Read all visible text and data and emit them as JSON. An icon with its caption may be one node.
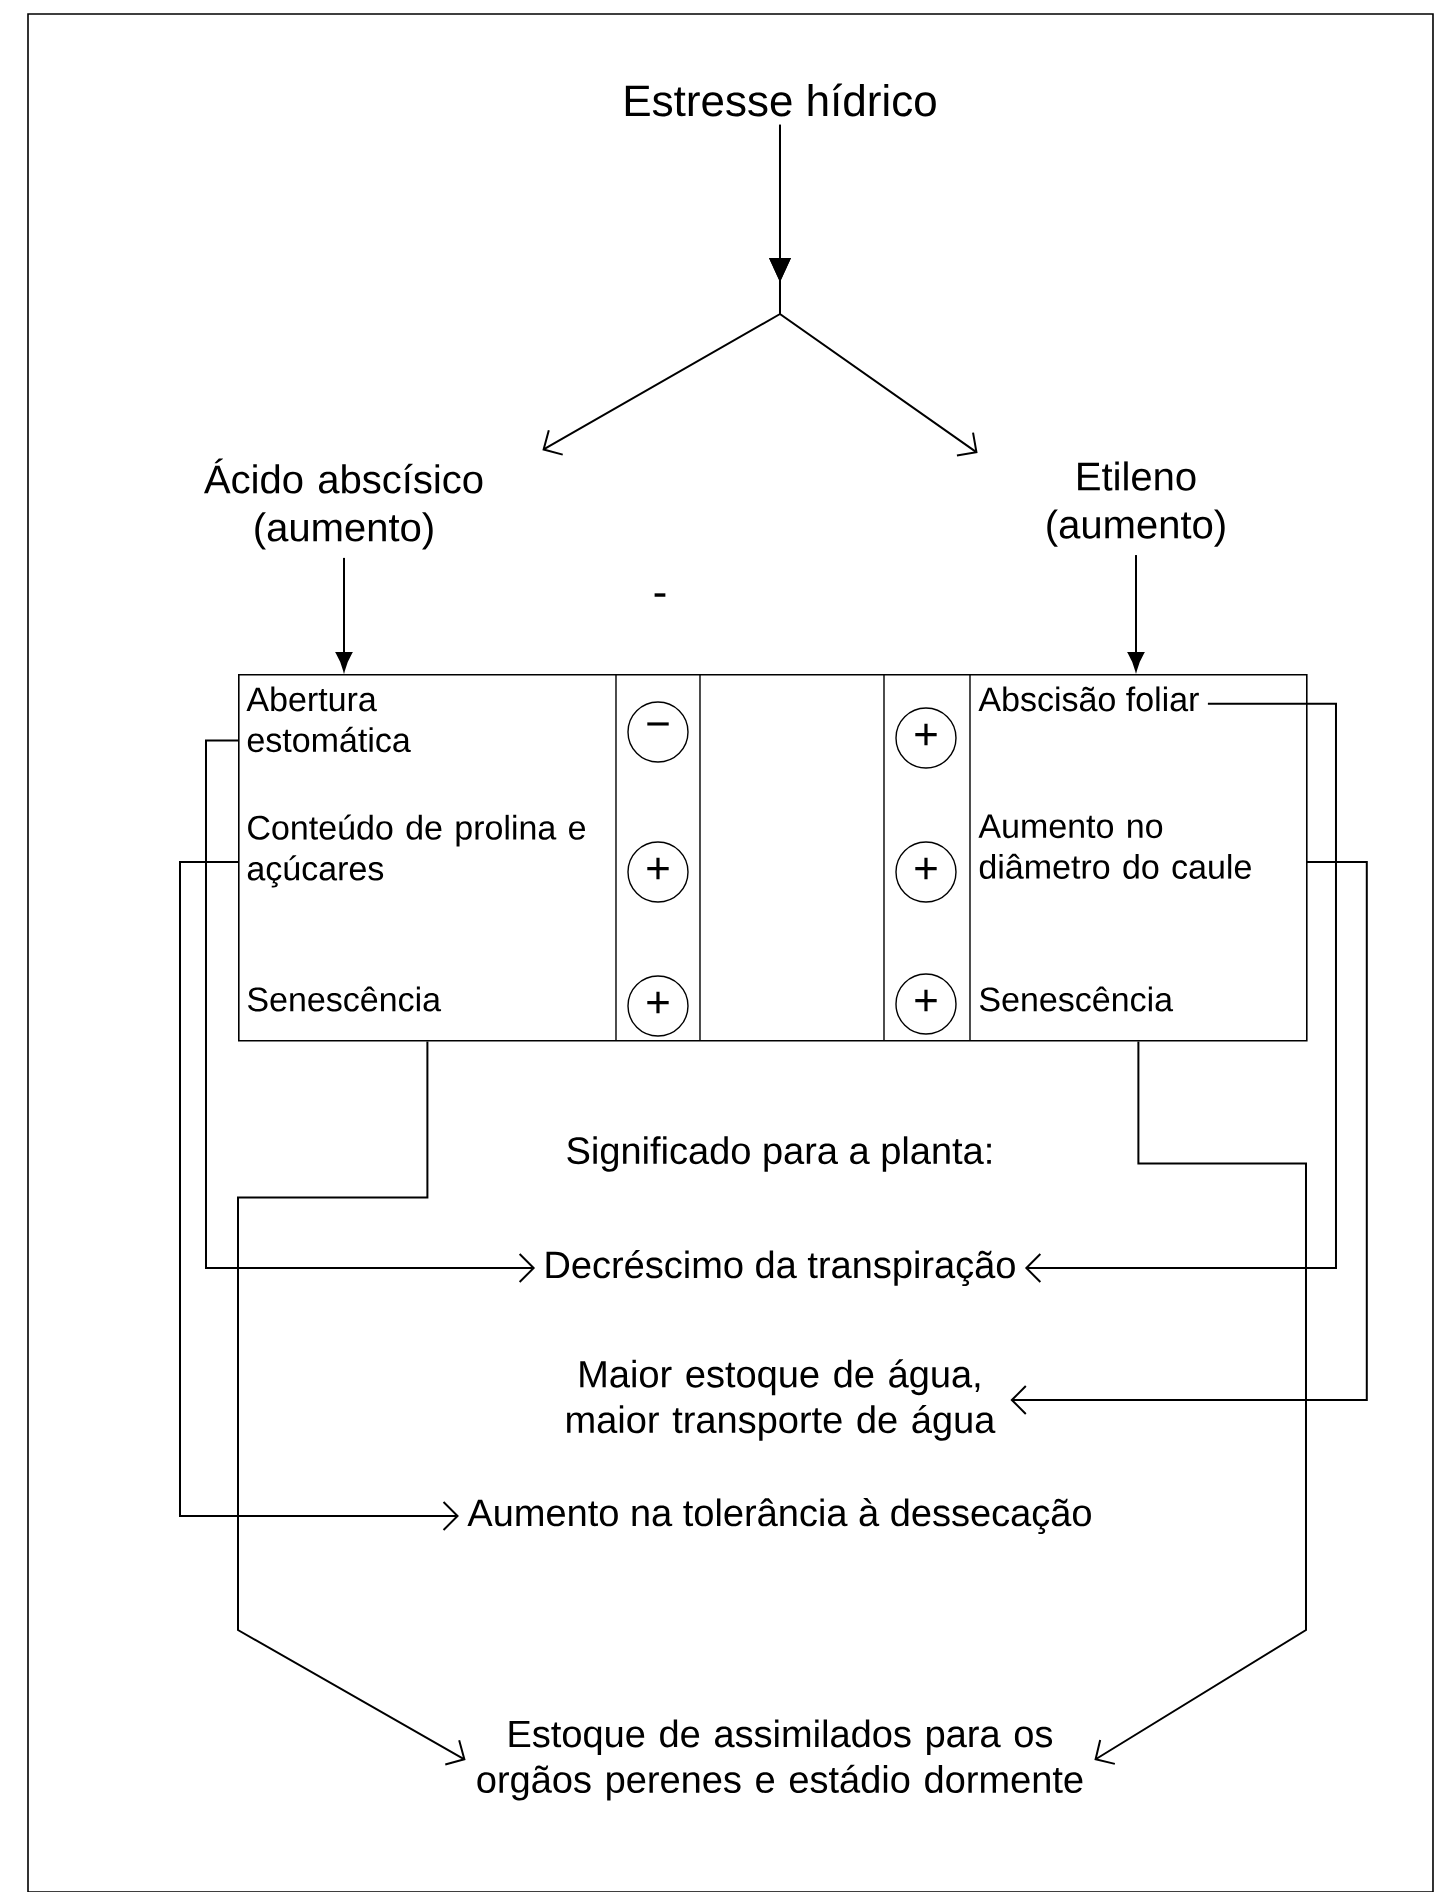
{
  "diagram": {
    "nodes": [
      {
        "text": [
          "Estresse hídrico"
        ]
      },
      {
        "text": [
          "Ácido abscísico (aumento)"
        ]
      },
      {
        "text": [
          "Etileno (aumento)"
        ]
      },
      {
        "text": [],
        "shape": "box"
      },
      {
        "text": [
          "Abertura estomática"
        ],
        "in": 3
      },
      {
        "text": [
          "−"
        ],
        "in": 3
      },
      {
        "text": [
          "+"
        ],
        "in": 3
      },
      {
        "text": [
          "Abscisão foliar"
        ],
        "in": 3
      },
      {
        "text": [
          "Conteúdo de prolina e açúcares"
        ],
        "in": 3
      },
      {
        "text": [
          "+"
        ],
        "in": 3
      },
      {
        "text": [
          "+"
        ],
        "in": 3
      },
      {
        "text": [
          "Aumento no diâmetro do caule"
        ],
        "in": 3
      },
      {
        "text": [
          "Senescência"
        ],
        "in": 3
      },
      {
        "text": [
          "+"
        ],
        "in": 3
      },
      {
        "text": [
          "+"
        ],
        "in": 3
      },
      {
        "text": [
          "Senescência"
        ],
        "in": 3
      },
      {
        "text": [
          "Decréscimo da transpiração"
        ]
      },
      {
        "text": [
          "Maior estoque de água, maior transporte de água"
        ]
      },
      {
        "text": [
          "Aumento na tolerância à dessecação"
        ]
      },
      {
        "text": [
          "Estoque de assimilados para os orgãos perenes e estádio dormente"
        ]
      }
    ],
    "edges": [
      {
        "from": 0,
        "to": 1,
        "arrow": "to"
      },
      {
        "from": 0,
        "to": 2,
        "arrow": "to"
      },
      {
        "from": 1,
        "to": 3,
        "arrow": "to"
      },
      {
        "from": 2,
        "to": 3,
        "arrow": "to"
      },
      {
        "from": 4,
        "to": 16,
        "arrow": "to"
      },
      {
        "from": 8,
        "to": 18,
        "arrow": "to"
      },
      {
        "from": 12,
        "to": 19,
        "arrow": "to"
      },
      {
        "from": 7,
        "to": 16,
        "arrow": "to"
      },
      {
        "from": 11,
        "to": 17,
        "arrow": "to"
      },
      {
        "from": 15,
        "to": 19,
        "arrow": "to"
      }
    ],
    "labels": [
      "-",
      "Significado para a planta:"
    ]
  }
}
